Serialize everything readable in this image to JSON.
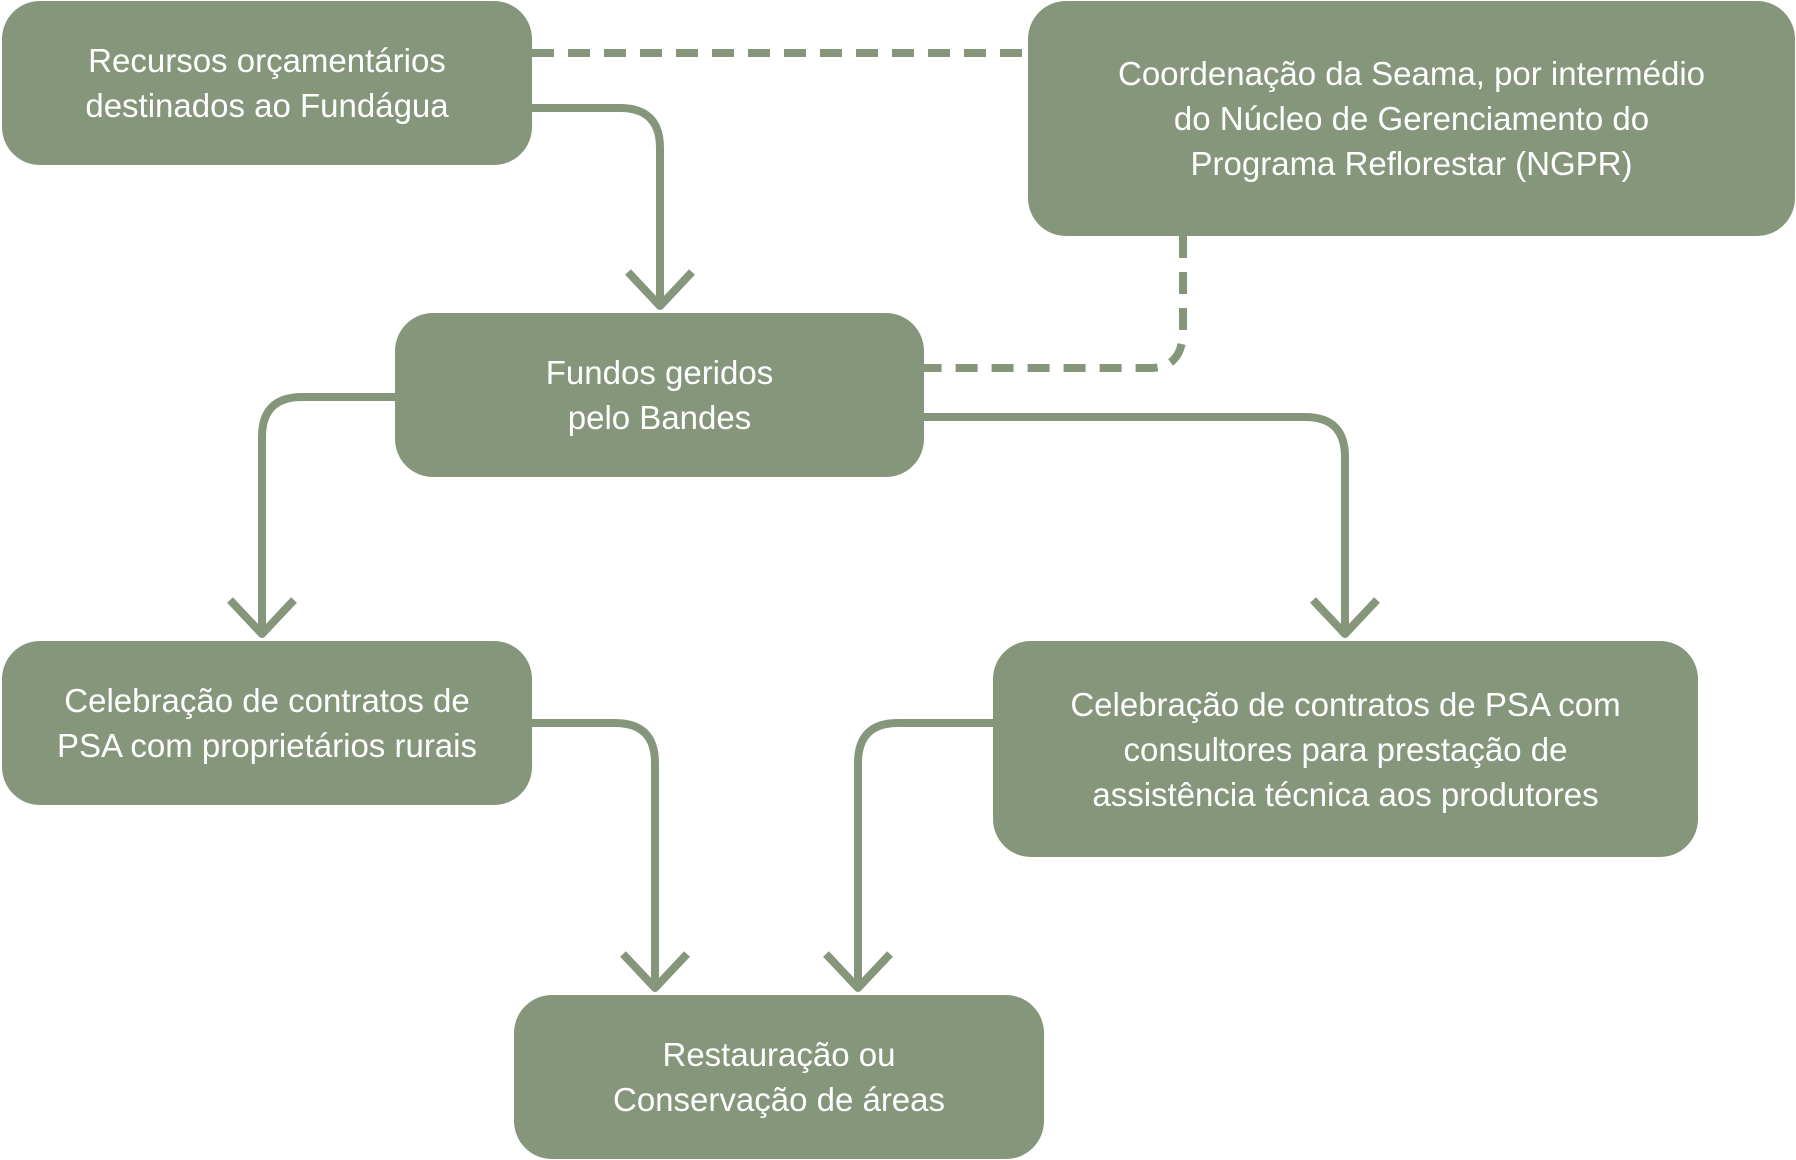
{
  "diagram": {
    "colors": {
      "box_fill": "#86967b",
      "connector": "#86967b",
      "text": "#ffffff",
      "background": "#ffffff"
    },
    "nodes": {
      "recursos": {
        "label": "Recursos orçamentários\ndestinados ao Fundágua"
      },
      "coordenacao": {
        "label": "Coordenação da Seama, por intermédio\ndo Núcleo de Gerenciamento do\nPrograma Reflorestar (NGPR)"
      },
      "fundos": {
        "label": "Fundos geridos\npelo Bandes"
      },
      "contratos_proprietarios": {
        "label": "Celebração de contratos de\nPSA com proprietários rurais"
      },
      "contratos_consultores": {
        "label": "Celebração de contratos de PSA com\nconsultores para prestação de\nassistência técnica aos produtores"
      },
      "restauracao": {
        "label": "Restauração ou\nConservação de áreas"
      }
    },
    "connections": [
      {
        "from": "recursos",
        "to": "fundos",
        "style": "solid-arrow"
      },
      {
        "from": "recursos",
        "to": "coordenacao",
        "style": "dashed"
      },
      {
        "from": "coordenacao",
        "to": "fundos",
        "style": "dashed"
      },
      {
        "from": "fundos",
        "to": "contratos_proprietarios",
        "style": "solid-arrow"
      },
      {
        "from": "fundos",
        "to": "contratos_consultores",
        "style": "solid-arrow"
      },
      {
        "from": "contratos_proprietarios",
        "to": "restauracao",
        "style": "solid-arrow"
      },
      {
        "from": "contratos_consultores",
        "to": "restauracao",
        "style": "solid-arrow"
      }
    ]
  }
}
